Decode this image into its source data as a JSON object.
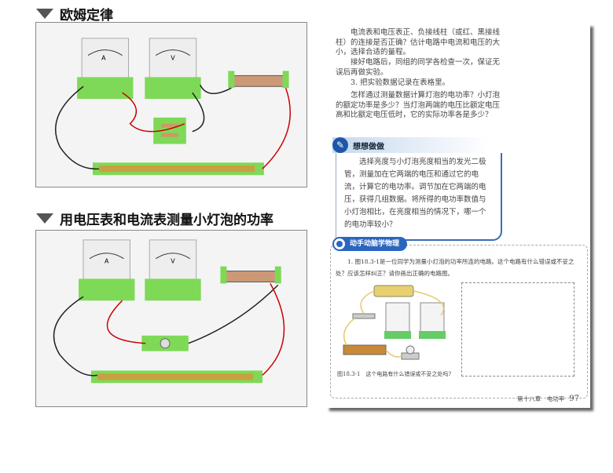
{
  "headings": {
    "ohm": "欧姆定律",
    "power": "用电压表和电流表测量小灯泡的功率"
  },
  "meters": {
    "ammeter": "A",
    "voltmeter": "V"
  },
  "book": {
    "paragraphs": [
      "电流表和电压表正、负接线柱（或红、黑接线柱）的连接是否正确？估计电路中电流和电压的大小，选择合适的量程。",
      "接好电路后，同组的同学各检查一次，保证无误后再做实验。",
      "3. 把实验数据记录在表格里。",
      "怎样通过测量数据计算灯泡的电功率？小灯泡的额定功率是多少？当灯泡两端的电压比额定电压高和比额定电压低时，它的实际功率各是多少？"
    ],
    "think_title": "想想做做",
    "think_text": "选择亮度与小灯泡亮度相当的发光二极管，测量加在它两端的电压和通过它的电流，计算它的电功率。调节加在它两端的电压，获得几组数据。将所得的电功率数值与小灯泡相比，在亮度相当的情况下，哪一个的电功率较小？",
    "practice_title": "动手动脑学物理",
    "question": "1. 图18.3-1是一位同学为测量小灯泡的功率所连的电路。这个电路有什么错误或不妥之处？应该怎样纠正？请你画出正确的电路图。",
    "caption": "图18.3-1　这个电路有什么错误或不妥之处吗?",
    "footer": "第十八章　电功率",
    "page_number": "97"
  }
}
